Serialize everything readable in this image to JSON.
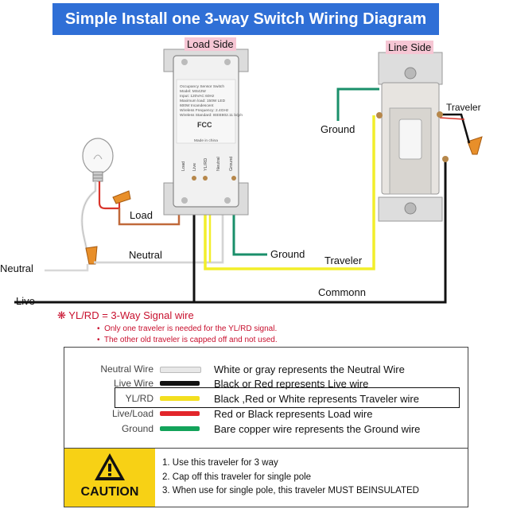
{
  "title": "Simple Install one 3-way Switch Wiring Diagram",
  "load_side": "Load Side",
  "line_side": "Line Side",
  "device": {
    "lines": [
      "Occupancy Sensor Switch",
      "Model: MS42W",
      "Input: 120VAC  60Hz",
      "Maximum load: 150W LED",
      "600W Incandescent",
      "Wireless Frequency: 2.4GHz",
      "Wireless Standard: IEEE802.11 b/g/n"
    ],
    "terminals": [
      "Load",
      "Live",
      "YL/RD",
      "Neutral",
      "Ground"
    ],
    "cert": "FCC",
    "made_in": "Made in china"
  },
  "wire_labels": {
    "neutral_left": "Neutral",
    "live_left": "Live",
    "load": "Load",
    "neutral": "Neutral",
    "ground_device": "Ground",
    "ground_switch": "Ground",
    "traveler_bottom": "Traveler",
    "traveler_right": "Traveler",
    "common": "Commonn"
  },
  "signal_note": {
    "head": "YL/RD = 3-Way Signal wire",
    "bullets": [
      "Only one traveler is needed for the YL/RD signal.",
      "The other old traveler is capped off and not used."
    ]
  },
  "legend": [
    {
      "name": "Neutral Wire",
      "color": "#e8e8e8",
      "desc": "White or gray represents the Neutral Wire"
    },
    {
      "name": "Live Wire",
      "color": "#111111",
      "desc": "Black or Red represents Live wire"
    },
    {
      "name": "YL/RD",
      "color": "#f3df1f",
      "desc": "Black ,Red or  White represents Traveler wire"
    },
    {
      "name": "Live/Load",
      "color": "#e2262b",
      "desc": "Red or Black represents Load wire"
    },
    {
      "name": "Ground",
      "color": "#13a35a",
      "desc": "Bare copper wire represents the Ground wire"
    }
  ],
  "caution": {
    "label": "CAUTION",
    "lines": [
      "1. Use this traveler for 3 way",
      "2. Cap off this traveler for single pole",
      "3. When use for single pole, this traveler MUST BEINSULATED"
    ]
  },
  "colors": {
    "title_bg": "#2f6fd6",
    "tag_bg": "#f6c6d4",
    "ground": "#1a8f6a",
    "traveler": "#f2ee2a",
    "load": "#c0693a",
    "note_red": "#c8102e"
  }
}
